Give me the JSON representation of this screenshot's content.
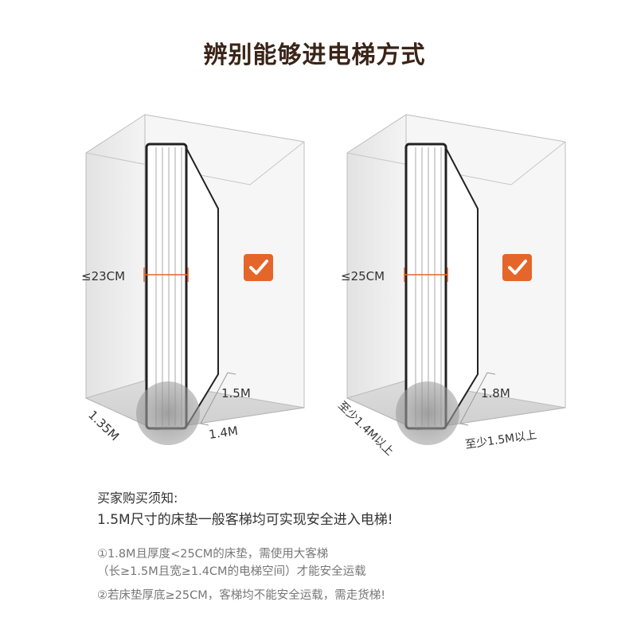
{
  "title": "辨别能够进电梯方式",
  "colors": {
    "accent": "#e4662a",
    "title": "#3a2418"
  },
  "panels": [
    {
      "thickness_label": "≤23CM",
      "height_label": "1.5M",
      "width_label": "1.4M",
      "depth_label": "1.35M",
      "check": "check-icon"
    },
    {
      "thickness_label": "≤25CM",
      "height_label": "1.8M",
      "width_label": "至少1.5M以上",
      "depth_label": "至少1.4M以上",
      "check": "check-icon"
    }
  ],
  "notes": {
    "heading": "买家购买须知:",
    "main": "1.5M尺寸的床垫一般客梯均可实现安全进入电梯!",
    "line1": "①1.8M且厚度<25CM的床垫，需使用大客梯",
    "line2": "（长≥1.5M且宽≥1.4CM的电梯空间）才能安全运载",
    "line3": "②若床垫厚底≥25CM，客梯均不能安全运载，需走货梯!"
  }
}
